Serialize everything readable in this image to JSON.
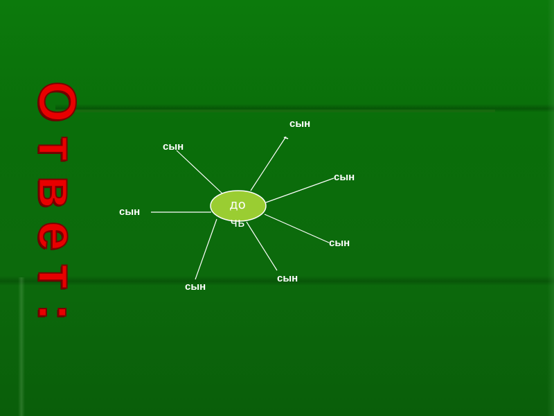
{
  "slide": {
    "title": "Ответ:",
    "center_node": {
      "line1": "до",
      "line2": "чь"
    },
    "branches": [
      "сын",
      "сын",
      "сын",
      "сын",
      "сын",
      "сын",
      "сын"
    ]
  },
  "colors": {
    "background": "#0c7a0c",
    "title": "#e80000",
    "center_fill": "#9acd32",
    "lines": "#ffffff",
    "labels": "#ffffff"
  }
}
